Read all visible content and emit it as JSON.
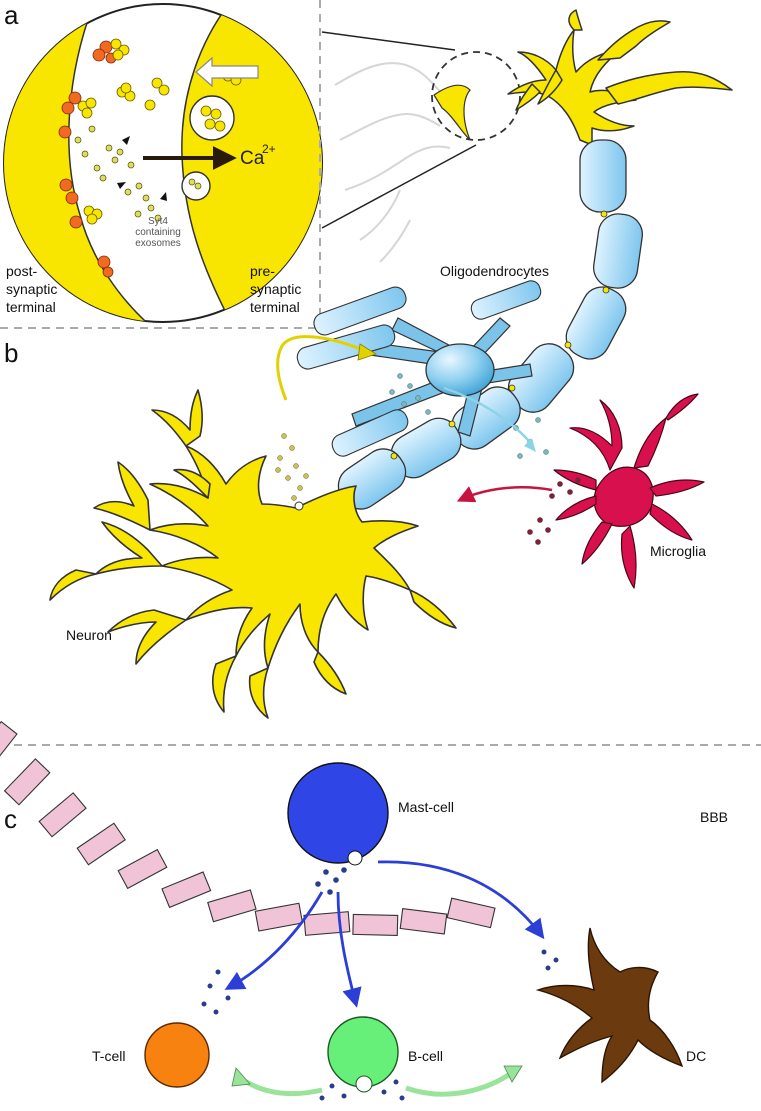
{
  "panels": {
    "a": "a",
    "b": "b",
    "c": "c"
  },
  "inset": {
    "post_line1": "post-",
    "post_line2": "synaptic",
    "post_line3": "terminal",
    "pre_line1": "pre-",
    "pre_line2": "synaptic",
    "pre_line3": "terminal",
    "ca_base": "Ca",
    "ca_sup": "2+",
    "syt_line1": "Syt4",
    "syt_line2": "containing",
    "syt_line3": "exosomes"
  },
  "labels": {
    "oligodendrocytes": "Oligodendrocytes",
    "microglia": "Microglia",
    "neuron": "Neuron",
    "mast_cell": "Mast-cell",
    "bbb": "BBB",
    "t_cell": "T-cell",
    "b_cell": "B-cell",
    "dc": "DC"
  },
  "colors": {
    "neuron_yellow": "#f5e300",
    "myelin_blue": "#9fd6f2",
    "microglia_red": "#d8114e",
    "mast_blue": "#2f45e6",
    "t_cell_orange": "#f7820f",
    "b_cell_green": "#66f07a",
    "dc_brown": "#6b3a0e",
    "bbb_pink": "#f0c4d6",
    "vesicle_orange": "#f26a21"
  }
}
